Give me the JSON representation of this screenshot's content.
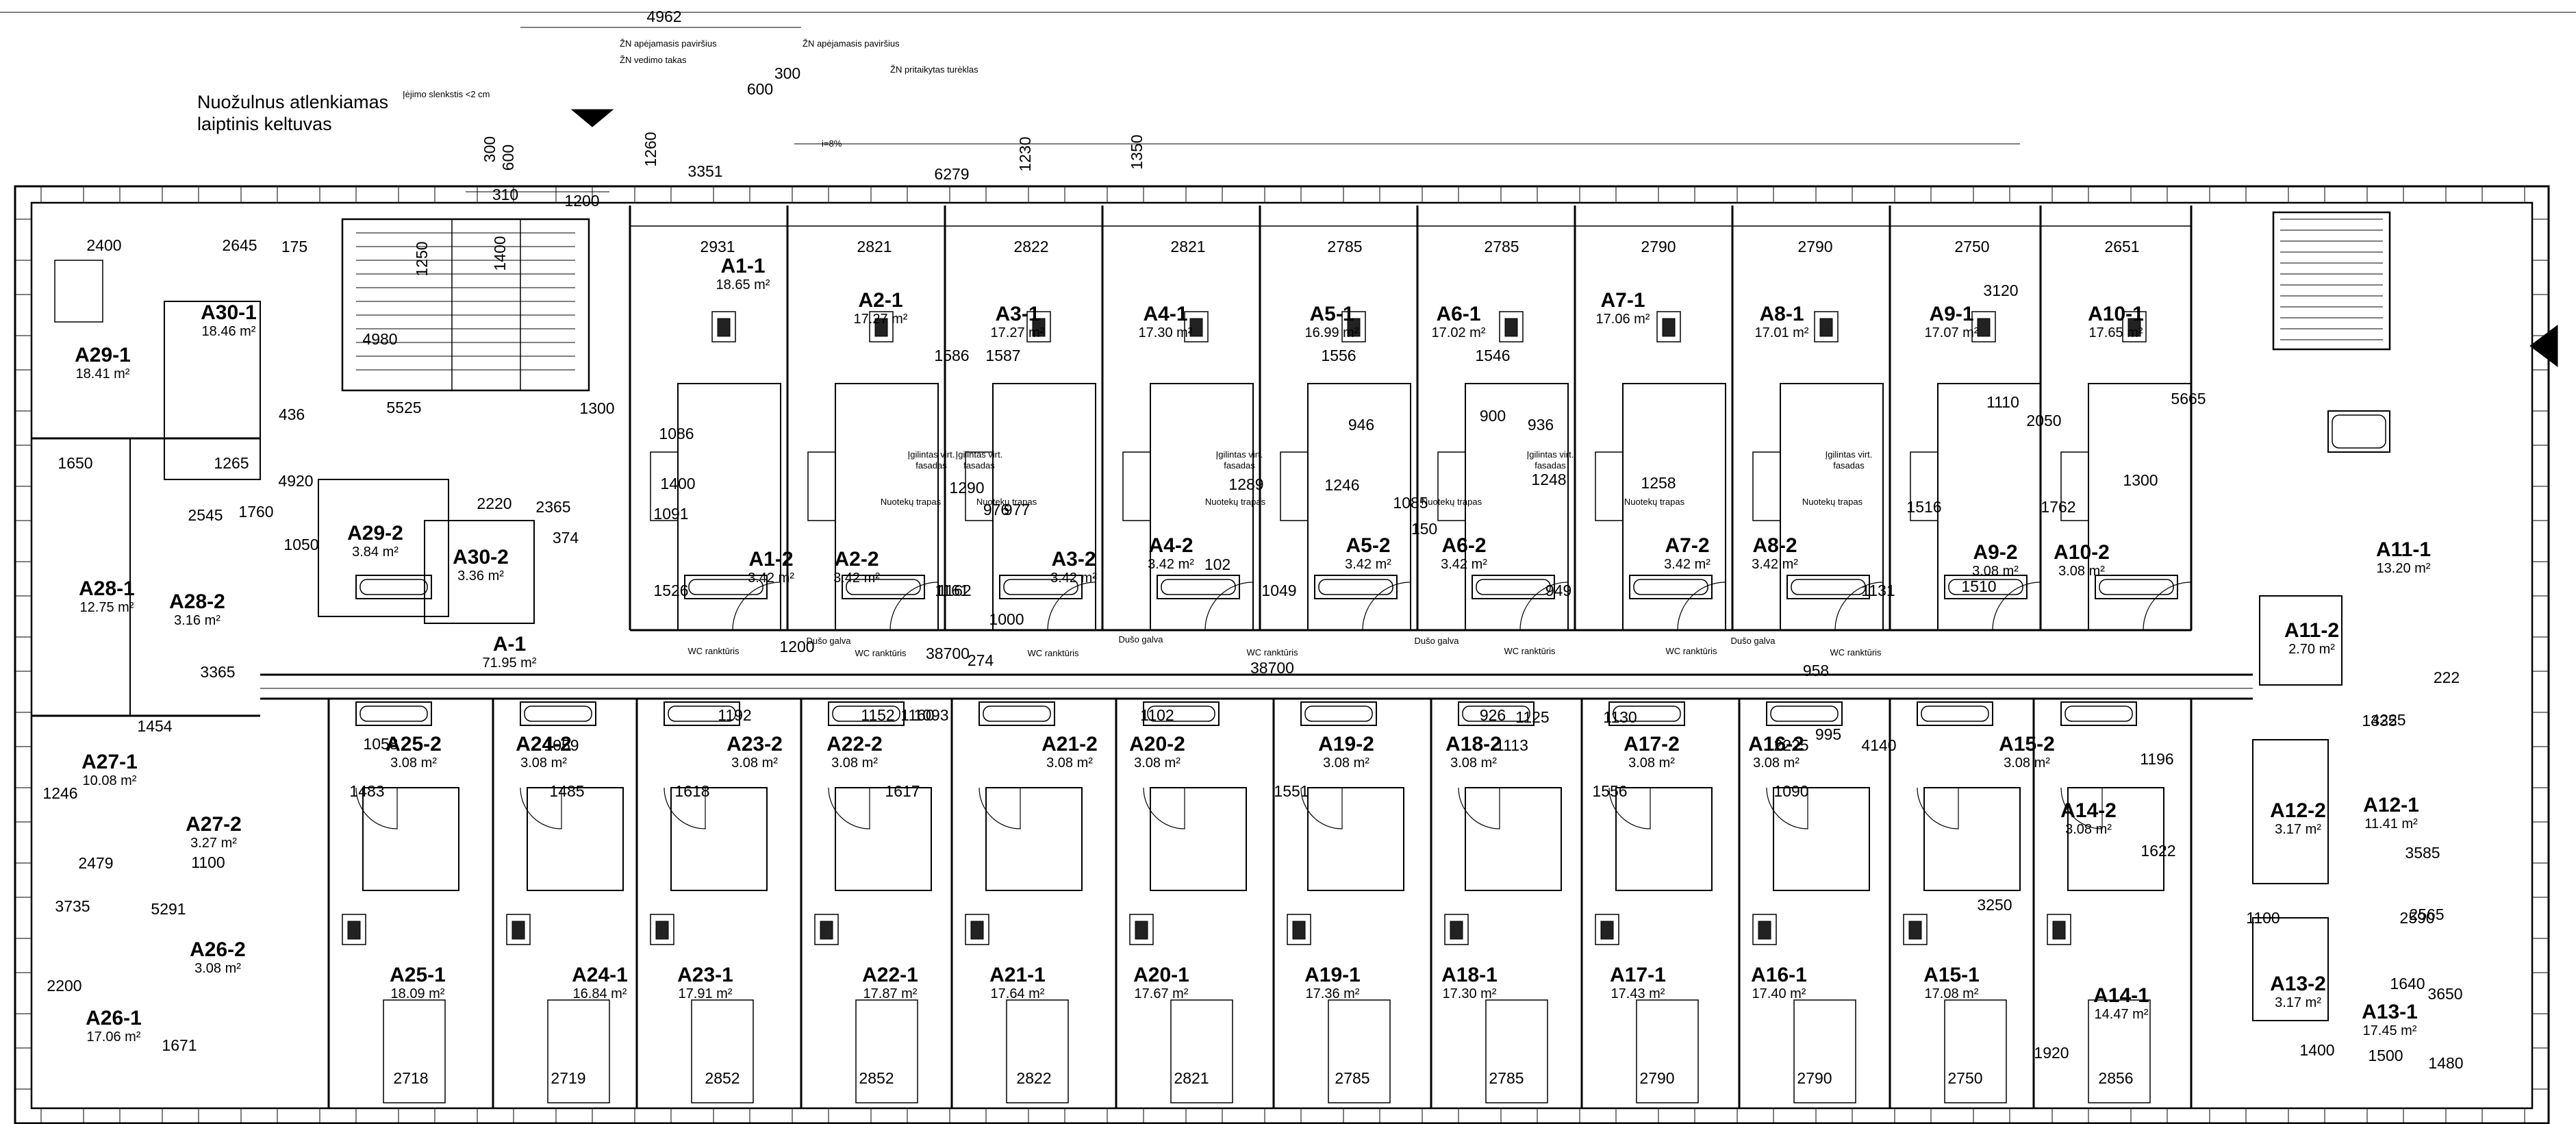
{
  "annotations": {
    "ramp_lift": [
      "Nuožulnus atlenkiamas",
      "laiptinis keltuvas"
    ],
    "threshold": "Įėjimo slenkstis <2 cm",
    "surface_1": "ŽN apėjamasis paviršius",
    "surface_2": "ŽN apėjamasis paviršius",
    "guide_path": "ŽN vedimo takas",
    "railing": "ŽN pritaikytas turėklas",
    "slope": "i=8%"
  },
  "top_dims": [
    "4962",
    "600",
    "300",
    "1260",
    "3351",
    "6279",
    "1230",
    "1350",
    "300",
    "600",
    "310",
    "1200",
    "1250",
    "1400"
  ],
  "rooms": [
    {
      "code": "A1-1",
      "area": "18.65 m²"
    },
    {
      "code": "A1-2",
      "area": "3.42 m²"
    },
    {
      "code": "A2-1",
      "area": "17.27 m²"
    },
    {
      "code": "A2-2",
      "area": "3.42 m²"
    },
    {
      "code": "A3-1",
      "area": "17.27 m²"
    },
    {
      "code": "A3-2",
      "area": "3.42 m²"
    },
    {
      "code": "A4-1",
      "area": "17.30 m²"
    },
    {
      "code": "A4-2",
      "area": "3.42 m²"
    },
    {
      "code": "A5-1",
      "area": "16.99 m²"
    },
    {
      "code": "A5-2",
      "area": "3.42 m²"
    },
    {
      "code": "A6-1",
      "area": "17.02 m²"
    },
    {
      "code": "A6-2",
      "area": "3.42 m²"
    },
    {
      "code": "A7-1",
      "area": "17.06 m²"
    },
    {
      "code": "A7-2",
      "area": "3.42 m²"
    },
    {
      "code": "A8-1",
      "area": "17.01 m²"
    },
    {
      "code": "A8-2",
      "area": "3.42 m²"
    },
    {
      "code": "A9-1",
      "area": "17.07 m²"
    },
    {
      "code": "A9-2",
      "area": "3.08 m²"
    },
    {
      "code": "A10-1",
      "area": "17.65 m²"
    },
    {
      "code": "A10-2",
      "area": "3.08 m²"
    },
    {
      "code": "A11-1",
      "area": "13.20 m²"
    },
    {
      "code": "A11-2",
      "area": "2.70 m²"
    },
    {
      "code": "A12-1",
      "area": "11.41 m²"
    },
    {
      "code": "A12-2",
      "area": "3.17 m²"
    },
    {
      "code": "A13-1",
      "area": "17.45 m²"
    },
    {
      "code": "A13-2",
      "area": "3.17 m²"
    },
    {
      "code": "A14-1",
      "area": "14.47 m²"
    },
    {
      "code": "A14-2",
      "area": "3.08 m²"
    },
    {
      "code": "A15-1",
      "area": "17.08 m²"
    },
    {
      "code": "A15-2",
      "area": "3.08 m²"
    },
    {
      "code": "A16-1",
      "area": "17.40 m²"
    },
    {
      "code": "A16-2",
      "area": "3.08 m²"
    },
    {
      "code": "A17-1",
      "area": "17.43 m²"
    },
    {
      "code": "A17-2",
      "area": "3.08 m²"
    },
    {
      "code": "A18-1",
      "area": "17.30 m²"
    },
    {
      "code": "A18-2",
      "area": "3.08 m²"
    },
    {
      "code": "A19-1",
      "area": "17.36 m²"
    },
    {
      "code": "A19-2",
      "area": "3.08 m²"
    },
    {
      "code": "A20-1",
      "area": "17.67 m²"
    },
    {
      "code": "A20-2",
      "area": "3.08 m²"
    },
    {
      "code": "A21-1",
      "area": "17.64 m²"
    },
    {
      "code": "A21-2",
      "area": "3.08 m²"
    },
    {
      "code": "A22-1",
      "area": "17.87 m²"
    },
    {
      "code": "A22-2",
      "area": "3.08 m²"
    },
    {
      "code": "A23-1",
      "area": "17.91 m²"
    },
    {
      "code": "A23-2",
      "area": "3.08 m²"
    },
    {
      "code": "A24-1",
      "area": "16.84 m²"
    },
    {
      "code": "A24-2",
      "area": "3.08 m²"
    },
    {
      "code": "A25-1",
      "area": "18.09 m²"
    },
    {
      "code": "A25-2",
      "area": "3.08 m²"
    },
    {
      "code": "A26-1",
      "area": "17.06 m²"
    },
    {
      "code": "A26-2",
      "area": "3.08 m²"
    },
    {
      "code": "A27-1",
      "area": "10.08 m²"
    },
    {
      "code": "A27-2",
      "area": "3.27 m²"
    },
    {
      "code": "A28-1",
      "area": "12.75 m²"
    },
    {
      "code": "A28-2",
      "area": "3.16 m²"
    },
    {
      "code": "A29-1",
      "area": "18.41 m²"
    },
    {
      "code": "A29-2",
      "area": "3.84 m²"
    },
    {
      "code": "A30-1",
      "area": "18.46 m²"
    },
    {
      "code": "A30-2",
      "area": "3.36 m²"
    },
    {
      "code": "A-1",
      "area": "71.95 m²"
    }
  ],
  "fixture_labels": {
    "wc_rail": "WC ranktūris",
    "shower_head": "Dušo galva",
    "deep_facade": [
      "Įgilintas virt.",
      "fasadas"
    ],
    "trap": "Nuotekų trapas"
  },
  "top_room_widths": [
    "2931",
    "2821",
    "2822",
    "2821",
    "2785",
    "2785",
    "2790",
    "2790",
    "2750",
    "2651"
  ],
  "bottom_room_widths": [
    "2718",
    "2719",
    "2852",
    "2852",
    "2822",
    "2821",
    "2785",
    "2785",
    "2790",
    "2790",
    "2750",
    "2856"
  ],
  "misc_dims": [
    "2400",
    "2645",
    "175",
    "4980",
    "3120",
    "1586",
    "1587",
    "1556",
    "1546",
    "1110",
    "2050",
    "900",
    "150",
    "1085",
    "1510",
    "1000",
    "1200",
    "1300",
    "5525",
    "2220",
    "2365",
    "374",
    "1086",
    "1400",
    "1091",
    "1526",
    "1290",
    "976",
    "977",
    "946",
    "936",
    "1246",
    "1248",
    "1258",
    "1289",
    "102",
    "1049",
    "1125",
    "1130",
    "1161",
    "1162",
    "949",
    "1131",
    "1516",
    "1762",
    "1300",
    "5665",
    "4225",
    "222",
    "1335",
    "3585",
    "2565",
    "2590",
    "1100",
    "1196",
    "1622",
    "3250",
    "1920",
    "1400",
    "1500",
    "3650",
    "1640",
    "1480",
    "958",
    "38700",
    "274",
    "1058",
    "1059",
    "1483",
    "1485",
    "1618",
    "1617",
    "1192",
    "1152",
    "1093",
    "1160",
    "1102",
    "926",
    "1113",
    "1551",
    "1556",
    "1090",
    "2225",
    "995",
    "4140",
    "3365",
    "1454",
    "1246",
    "2479",
    "1100",
    "3735",
    "5291",
    "2200",
    "1671",
    "1650",
    "1265",
    "2545",
    "1760",
    "1050",
    "4920",
    "436"
  ],
  "corridor_length": "38700"
}
